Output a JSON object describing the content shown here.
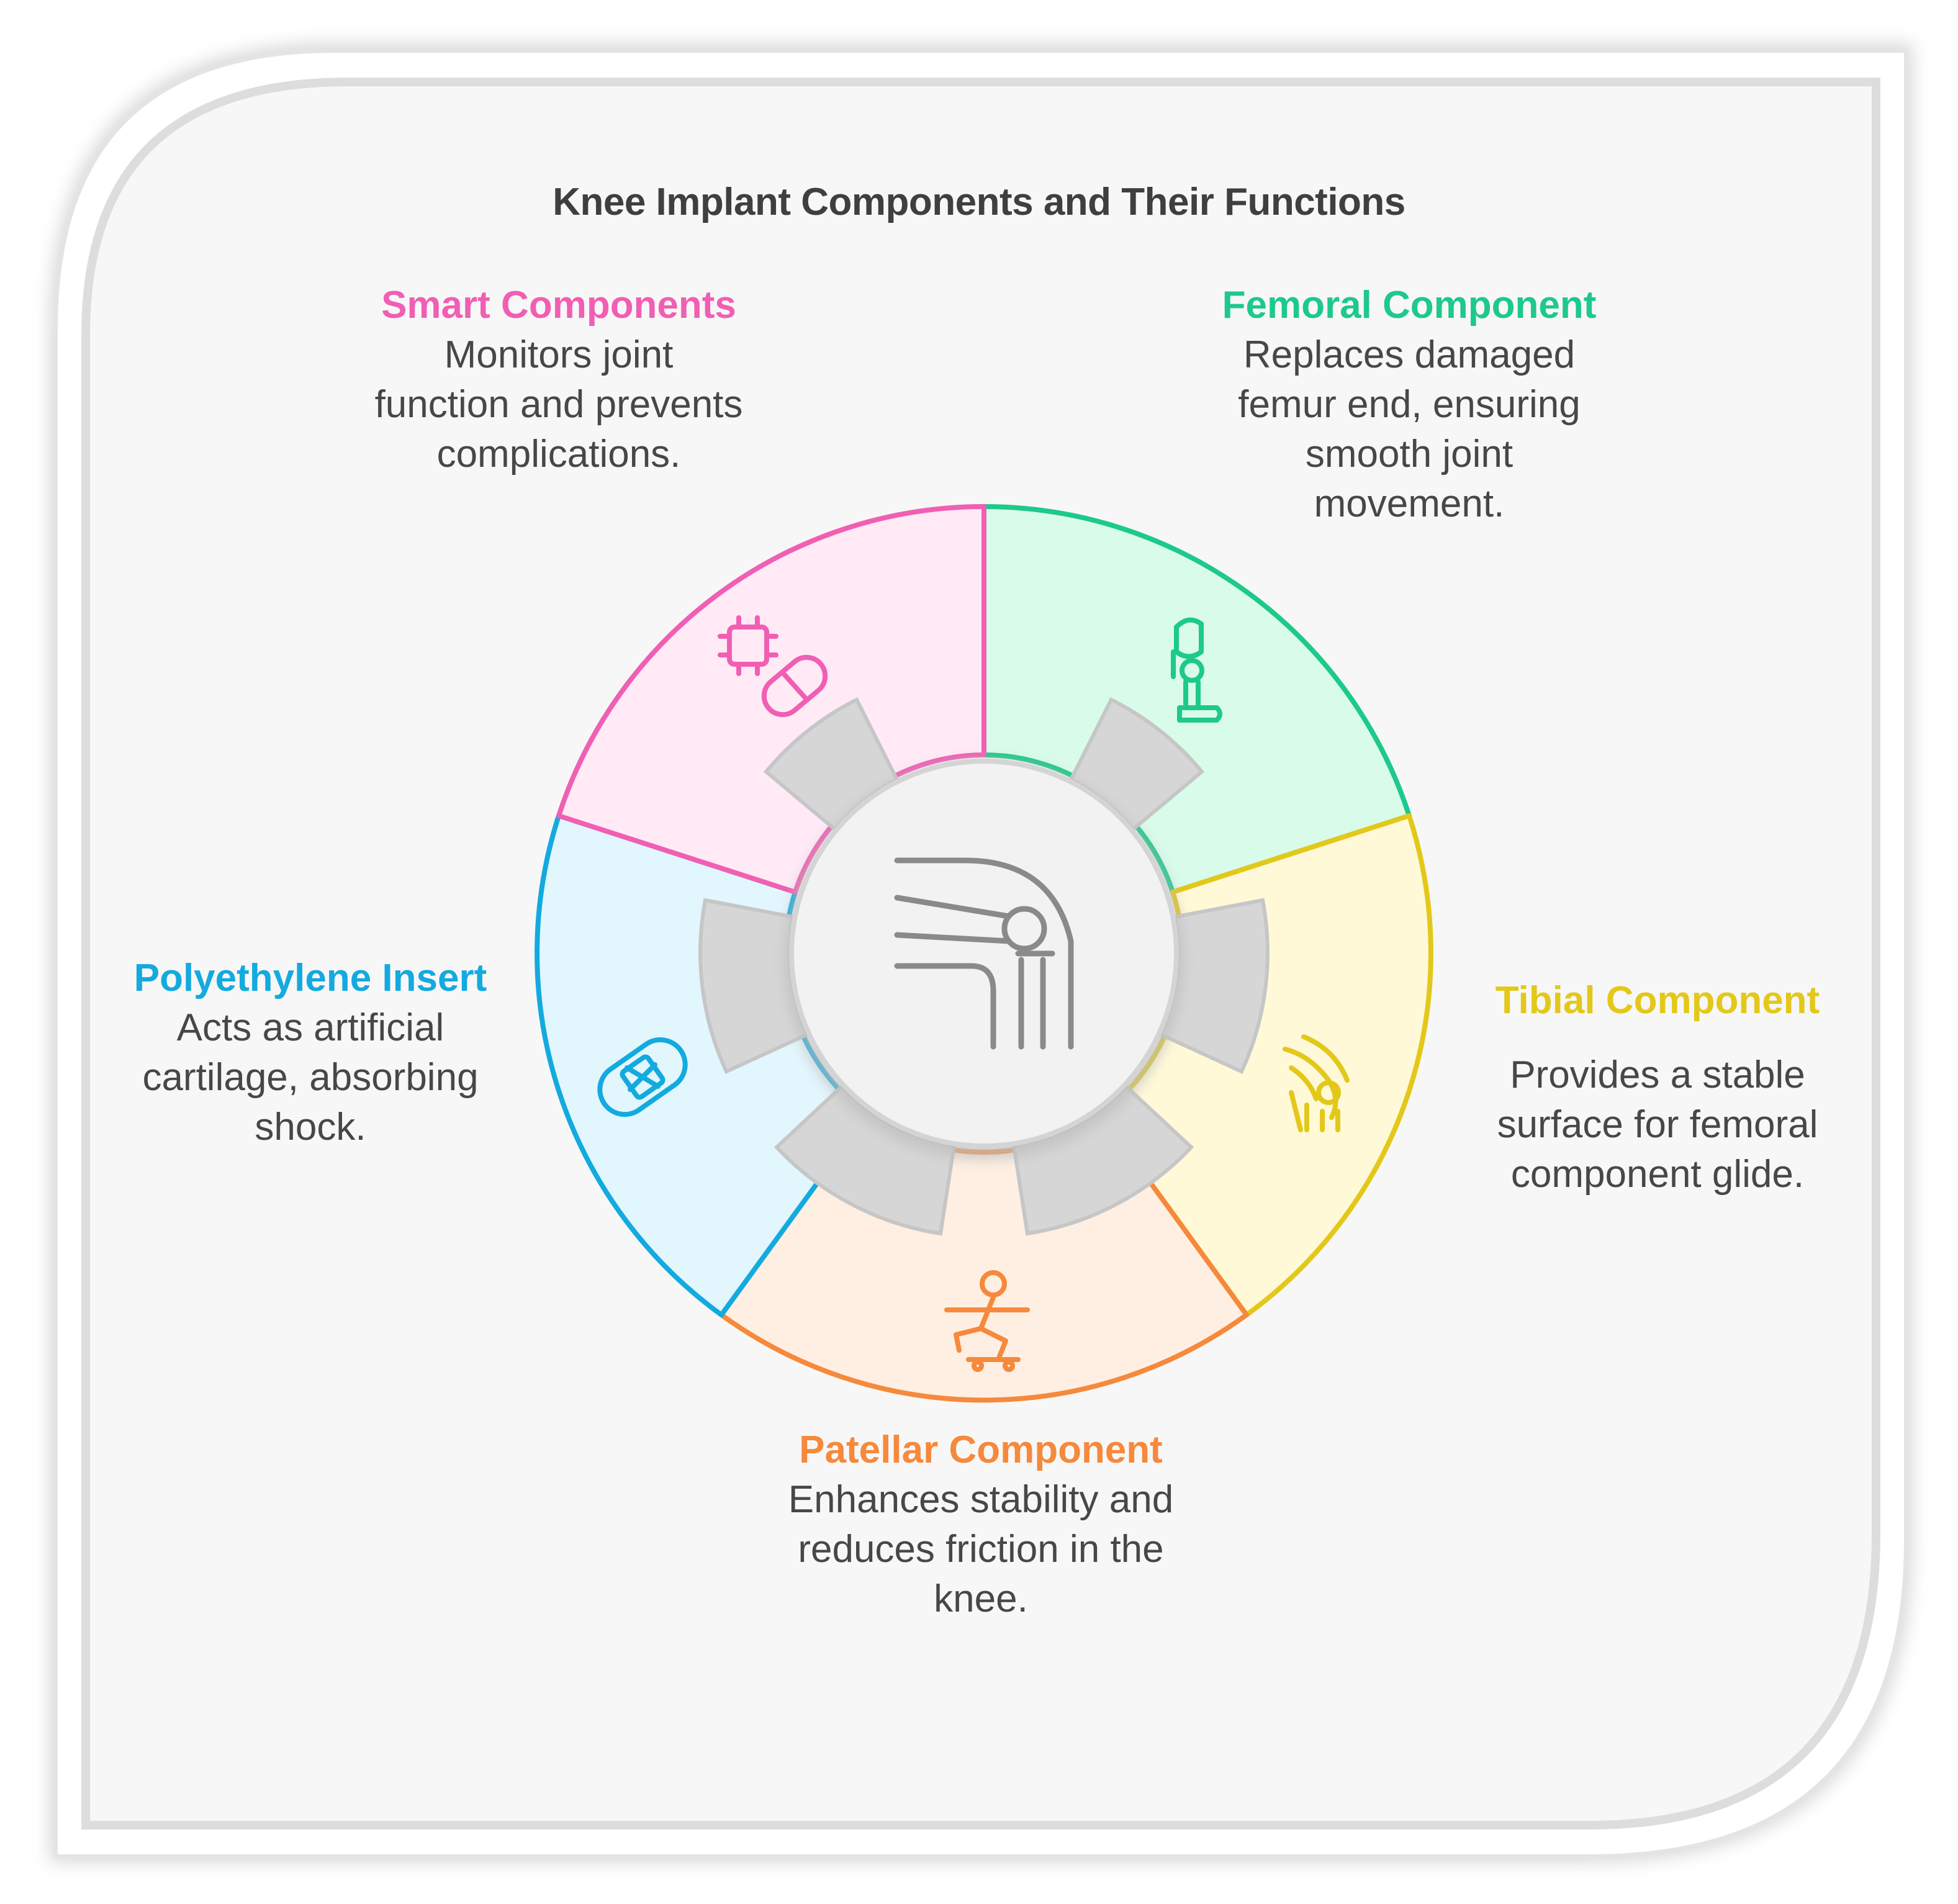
{
  "title": "Knee Implant Components and Their Functions",
  "colors": {
    "smart": "#f05fb3",
    "femoral": "#1dc98b",
    "tibial": "#e3c81a",
    "patellar": "#f6893b",
    "polyethylene": "#13aadf",
    "center": "#f2f2f2",
    "ring": "#d6d6d6"
  },
  "segments": {
    "smart": {
      "heading": "Smart Components",
      "description": "Monitors joint function and prevents complications.",
      "icon": "microchip-pill-icon"
    },
    "femoral": {
      "heading": "Femoral Component",
      "description": "Replaces damaged femur end, ensuring smooth joint movement.",
      "icon": "prosthetic-leg-icon"
    },
    "tibial": {
      "heading": "Tibial Component",
      "description": "Provides a stable surface for femoral component glide.",
      "icon": "knee-joint-icon"
    },
    "patellar": {
      "heading": "Patellar Component",
      "description": "Enhances stability and reduces friction in the knee.",
      "icon": "skateboarder-icon"
    },
    "polyethylene": {
      "heading": "Polyethylene Insert",
      "description": "Acts as artificial cartilage, absorbing shock.",
      "icon": "bandage-icon"
    }
  },
  "center_icon": "knee-implant-icon"
}
